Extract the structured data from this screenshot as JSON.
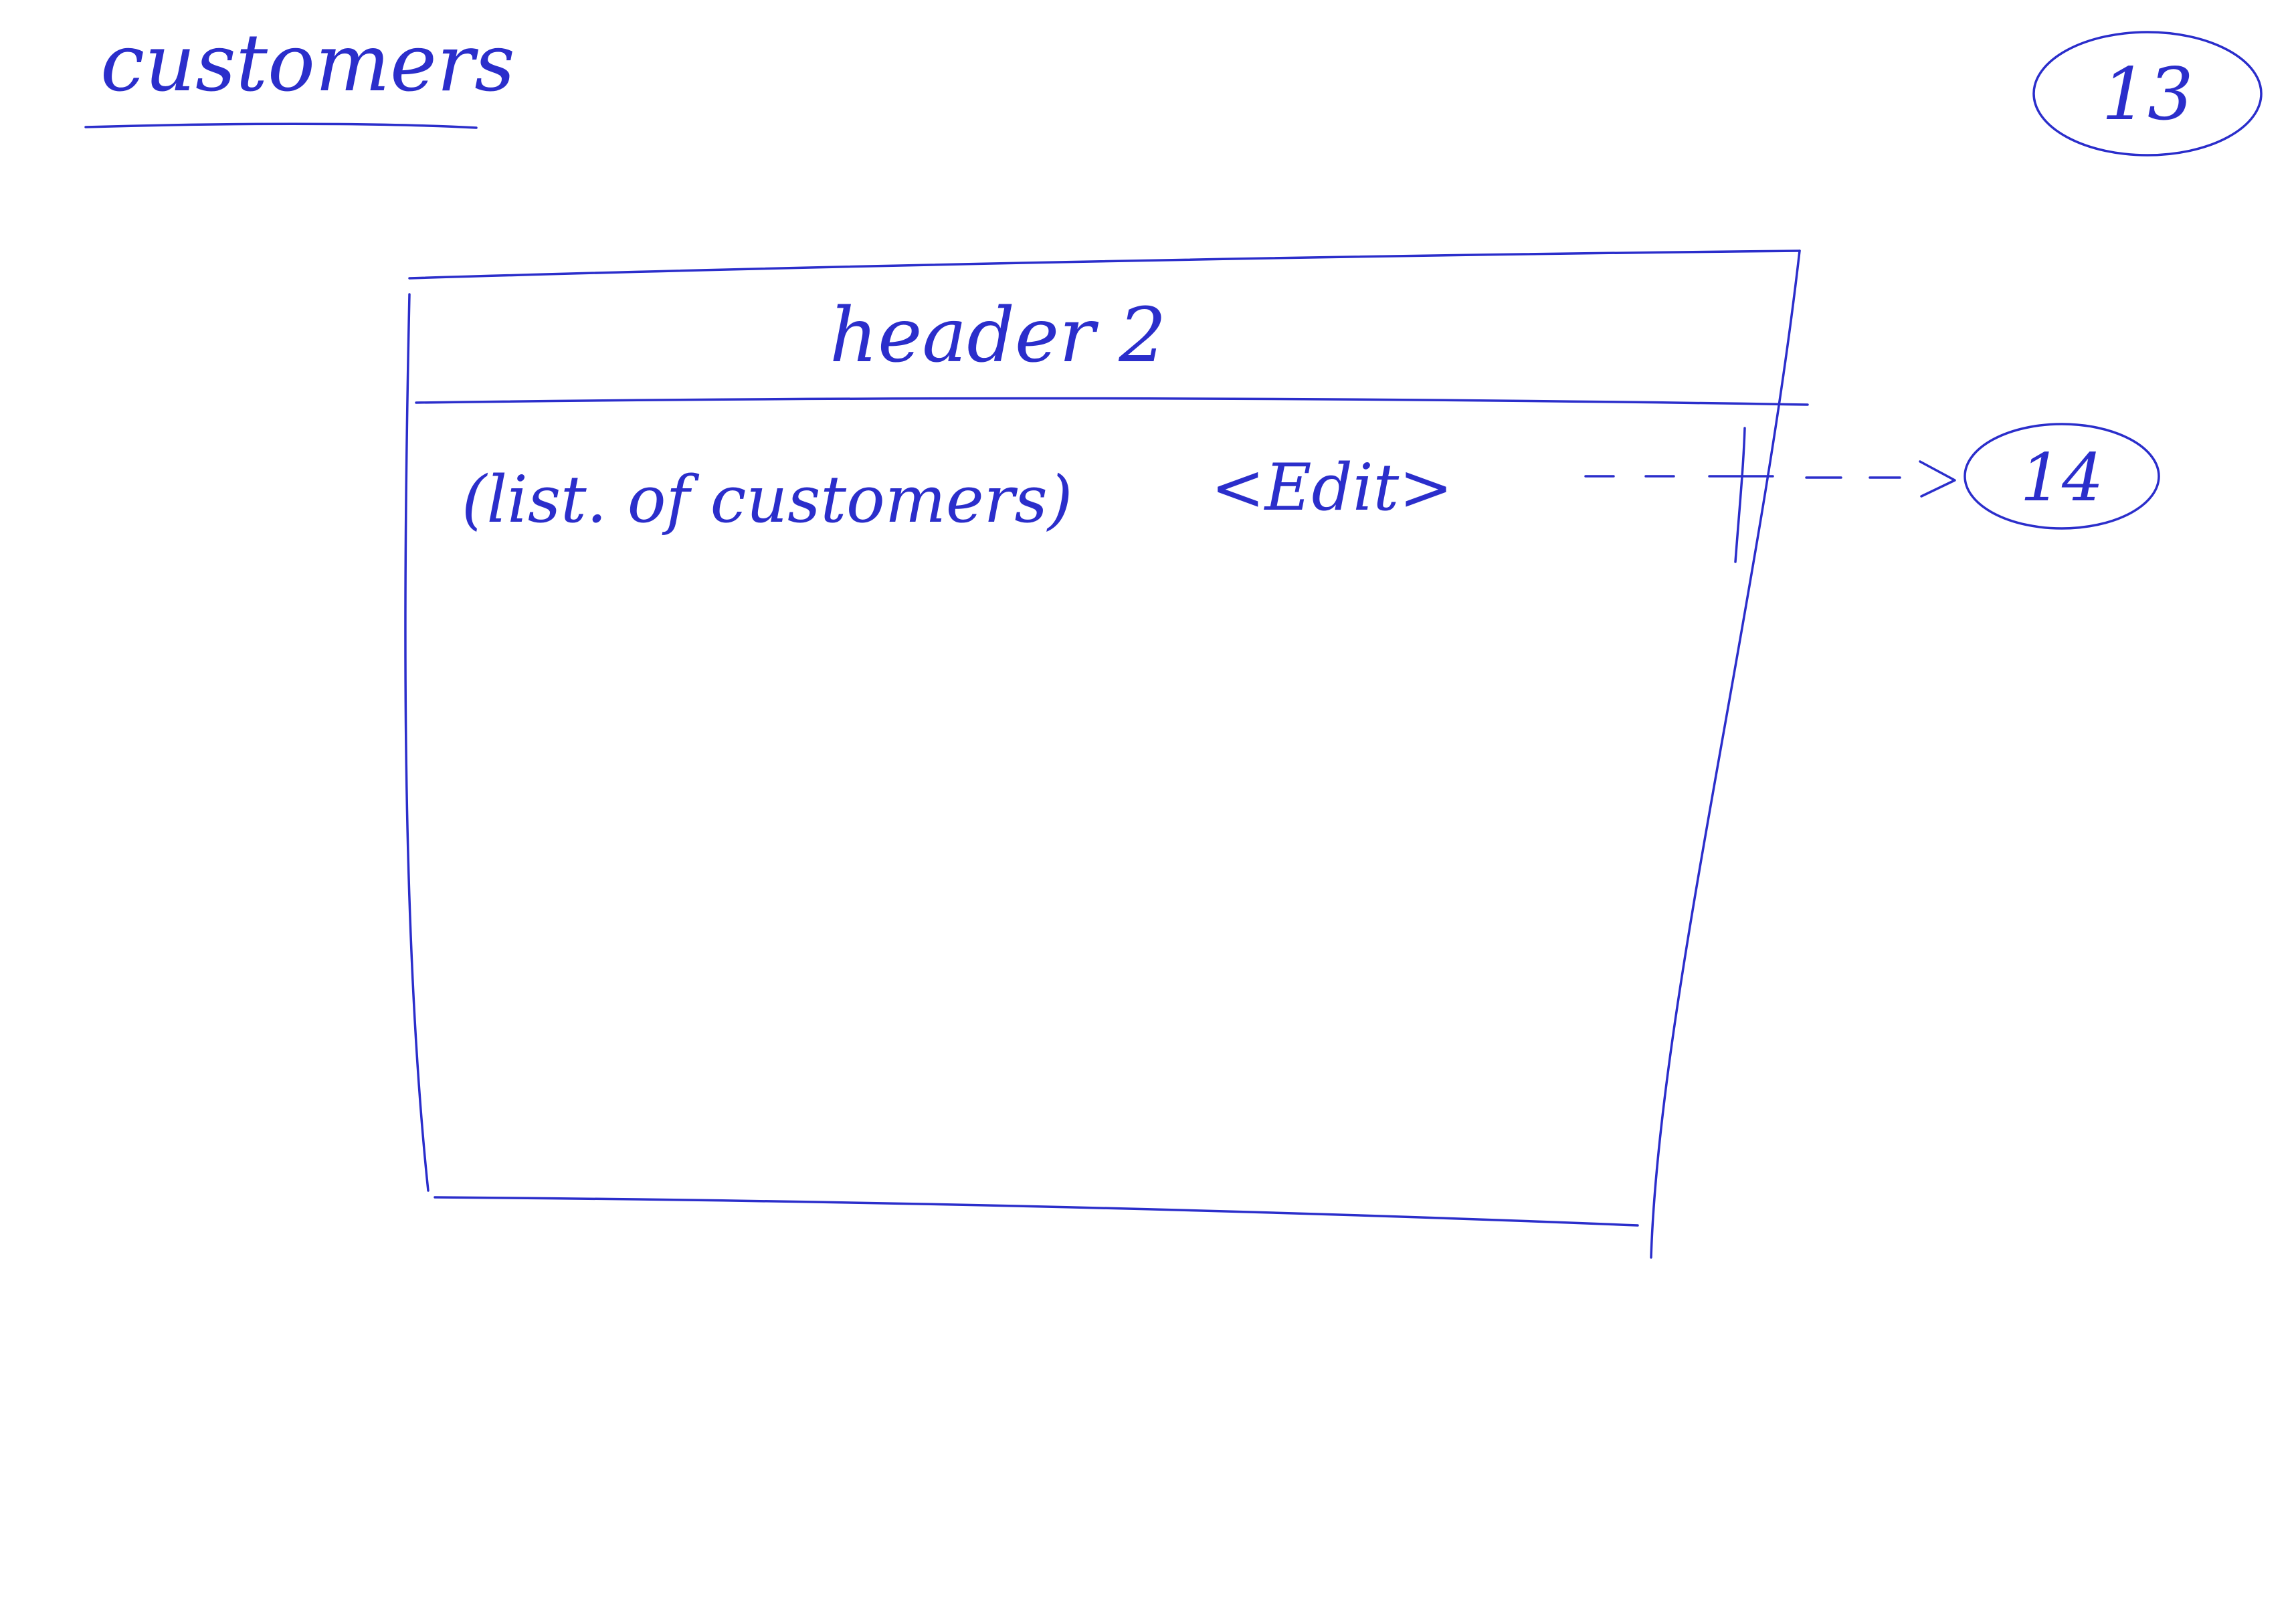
{
  "page": {
    "title": "customers",
    "page_number": "13"
  },
  "screen": {
    "header": "header 2",
    "list_text": "(list. of customers)",
    "edit_link": "<Edit>",
    "link_target": "14"
  },
  "colors": {
    "ink": "#2b2ecb",
    "paper": "#ffffff"
  }
}
